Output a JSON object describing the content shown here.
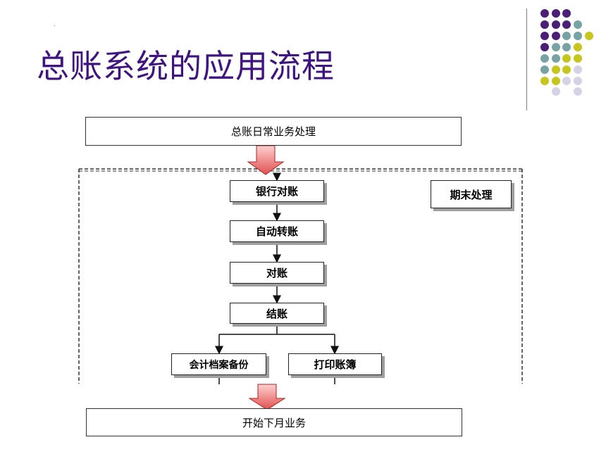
{
  "title": "总账系统的应用流程",
  "tiny_mark": ".",
  "palette": {
    "purple": "#4b1e78",
    "teal": "#77a3a4",
    "olive": "#c6c61c",
    "lavender": "#d5d2e6",
    "title_color": "#3d1480",
    "arrow_fill": "#f08080",
    "arrow_stroke": "#b22222"
  },
  "flow": {
    "top_box": "总账日常业务处理",
    "period_label": "期末处理",
    "steps": [
      "银行对账",
      "自动转账",
      "对账",
      "结账"
    ],
    "branches": [
      "会计档案备份",
      "打印账簿"
    ],
    "bottom_box": "开始下月业务"
  }
}
